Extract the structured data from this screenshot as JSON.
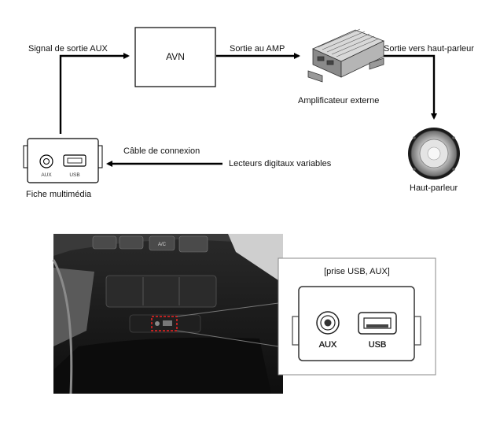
{
  "diagram": {
    "avn_box": "AVN",
    "signal_aux": "Signal de sortie AUX",
    "sortie_amp": "Sortie au AMP",
    "sortie_hp": "Sortie vers haut-parleur",
    "amplificateur": "Amplificateur externe",
    "haut_parleur": "Haut-parleur",
    "cable": "Câble de connexion",
    "lecteurs": "Lecteurs digitaux variables",
    "fiche": "Fiche multimédia",
    "port_aux": "AUX",
    "port_usb": "USB"
  },
  "photo": {
    "callout_title": "[prise USB, AUX]",
    "aux_label": "AUX",
    "usb_label": "USB",
    "dash_button": "A/C"
  }
}
